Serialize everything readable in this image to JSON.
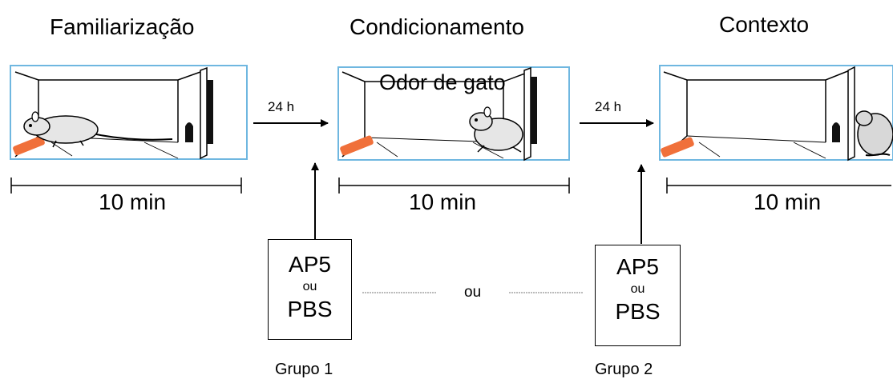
{
  "stages": [
    {
      "title": "Familiarização",
      "overlay": "",
      "duration": "10 min"
    },
    {
      "title": "Condicionamento",
      "overlay": "Odor de gato",
      "duration": "10 min"
    },
    {
      "title": "Contexto",
      "overlay": "",
      "duration": "10 min"
    }
  ],
  "intervals": [
    "24 h",
    "24 h"
  ],
  "treatments": [
    {
      "line1": "AP5",
      "line2": "ou",
      "line3": "PBS",
      "group": "Grupo 1"
    },
    {
      "line1": "AP5",
      "line2": "ou",
      "line3": "PBS",
      "group": "Grupo 2"
    }
  ],
  "connector_label": "ou",
  "colors": {
    "frame": "#6fb7e0",
    "accent": "#f0703a",
    "ink": "#000000"
  }
}
